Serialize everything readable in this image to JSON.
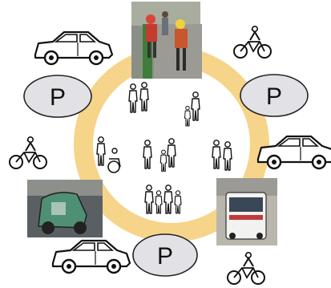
{
  "diagram": {
    "ring_color": "#f6d48a",
    "parking_badges": [
      {
        "id": "left",
        "label": "P"
      },
      {
        "id": "right",
        "label": "P"
      },
      {
        "id": "bottom",
        "label": "P"
      }
    ],
    "icons": [
      "car-icon",
      "bicycle-icon",
      "pedestrian-group-icon",
      "wheelchair-user-icon",
      "family-icon",
      "bus-photo",
      "children-photo",
      "pedicab-photo"
    ]
  }
}
